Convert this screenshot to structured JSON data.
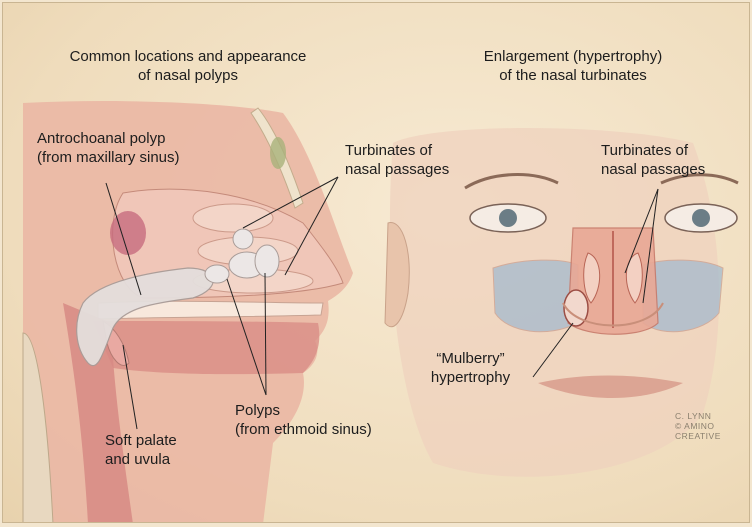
{
  "left_panel": {
    "title_line1": "Common locations and appearance",
    "title_line2": "of nasal polyps",
    "antrochoanal_label": "Antrochoanal polyp",
    "antrochoanal_sub": "(from maxillary sinus)",
    "turbinates_label_line1": "Turbinates of",
    "turbinates_label_line2": "nasal passages",
    "polyps_label": "Polyps",
    "polyps_sub": "(from ethmoid sinus)",
    "soft_palate_line1": "Soft palate",
    "soft_palate_line2": "and uvula"
  },
  "right_panel": {
    "title_line1": "Enlargement (hypertrophy)",
    "title_line2": "of the nasal turbinates",
    "turbinates_label_line1": "Turbinates of",
    "turbinates_label_line2": "nasal passages",
    "mulberry_line1": "“Mulberry”",
    "mulberry_line2": "hypertrophy"
  },
  "credit": {
    "line1": "C. LYNN",
    "line2": "© AMINO",
    "line3": "CREATIVE"
  }
}
